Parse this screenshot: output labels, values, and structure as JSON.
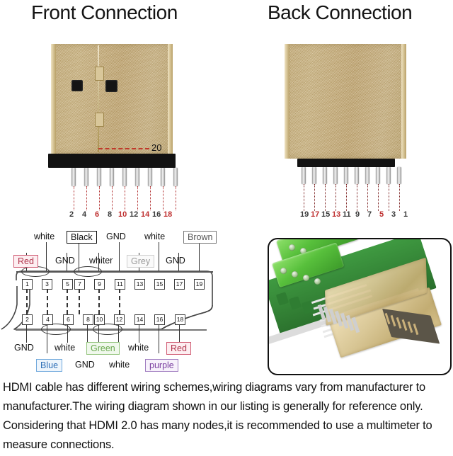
{
  "headings": {
    "front": "Front Connection",
    "back": "Back Connection"
  },
  "front_connector": {
    "marker_label": "20",
    "pin_numbers": [
      "2",
      "4",
      "6",
      "8",
      "10",
      "12",
      "14",
      "16",
      "18"
    ],
    "pin_number_colors": [
      "#3a3a3a",
      "#3a3a3a",
      "#bf3030",
      "#3a3a3a",
      "#bf3030",
      "#3a3a3a",
      "#bf3030",
      "#3a3a3a",
      "#bf3030"
    ]
  },
  "back_connector": {
    "pin_numbers": [
      "19",
      "17",
      "15",
      "13",
      "11",
      "9",
      "7",
      "5",
      "3",
      "1"
    ],
    "pin_number_colors": [
      "#3a3a3a",
      "#bf3030",
      "#3a3a3a",
      "#bf3030",
      "#3a3a3a",
      "#3a3a3a",
      "#3a3a3a",
      "#bf3030",
      "#3a3a3a",
      "#3a3a3a"
    ]
  },
  "wiring_diagram": {
    "odd_pins": [
      "1",
      "3",
      "5",
      "7",
      "9",
      "11",
      "13",
      "15",
      "17",
      "19"
    ],
    "even_pins": [
      "2",
      "4",
      "6",
      "8",
      "10",
      "12",
      "14",
      "16",
      "18"
    ],
    "top_labels_upper": [
      {
        "text": "white",
        "style": "plain"
      },
      {
        "text": "Black",
        "style": "boxed"
      },
      {
        "text": "GND",
        "style": "plain"
      },
      {
        "text": "white",
        "style": "plain"
      },
      {
        "text": "Brown",
        "style": "brown"
      }
    ],
    "top_labels_lower": [
      {
        "text": "Red",
        "style": "red"
      },
      {
        "text": "GND",
        "style": "plain"
      },
      {
        "text": "whiter",
        "style": "plain"
      },
      {
        "text": "Grey",
        "style": "grey"
      },
      {
        "text": "GND",
        "style": "plain"
      }
    ],
    "bottom_labels_upper": [
      {
        "text": "GND",
        "style": "plain"
      },
      {
        "text": "white",
        "style": "plain"
      },
      {
        "text": "Green",
        "style": "green"
      },
      {
        "text": "white",
        "style": "plain"
      },
      {
        "text": "Red",
        "style": "red"
      }
    ],
    "bottom_labels_lower": [
      {
        "text": "Blue",
        "style": "blue"
      },
      {
        "text": "GND",
        "style": "plain"
      },
      {
        "text": "white",
        "style": "plain"
      },
      {
        "text": "purple",
        "style": "purple"
      }
    ]
  },
  "photo": {
    "caption": "hdmi-breakout-board-photo"
  },
  "footer": {
    "text": "HDMI cable has different wiring schemes,wiring diagrams vary from manufacturer to manufacturer.The wiring diagram shown in our listing is generally for reference only. Considering that HDMI 2.0 has many nodes,it is recommended to use a multimeter to measure connections."
  },
  "colors": {
    "red": "#bf3030",
    "gold": "#c6ad78",
    "green_terminal": "#58c03c",
    "pcb_green": "#2f7d32",
    "text": "#111111"
  }
}
